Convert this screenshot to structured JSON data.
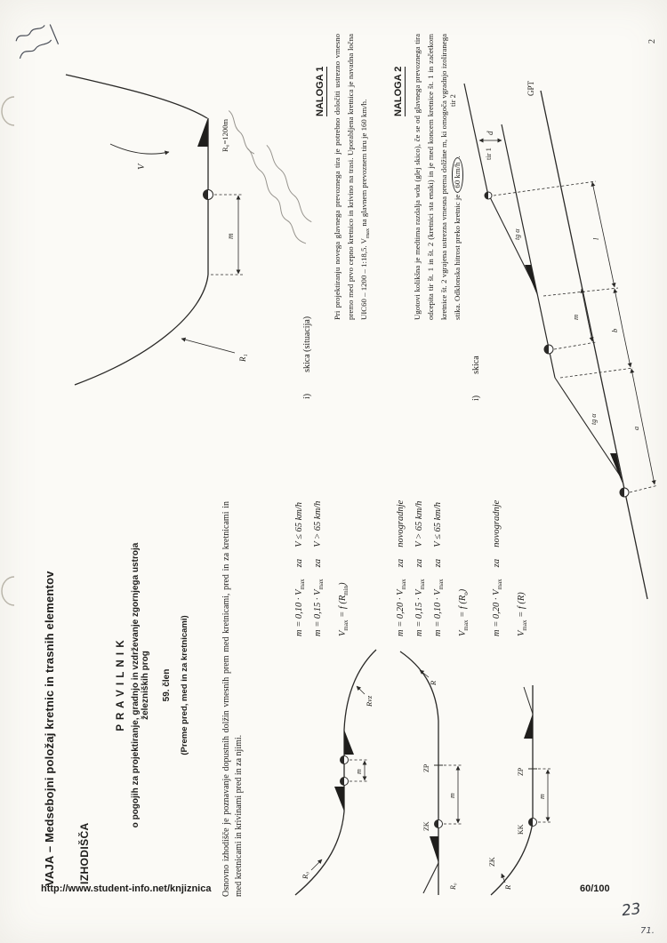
{
  "page": {
    "number": "2",
    "footer_url": "http://www.student-info.net/knjiznica",
    "footer_counter": "60/100",
    "handwritten_number": "23",
    "handwritten_note": "71."
  },
  "header": {
    "title": "VAJA – Medsebojni položaj kretnic in trasnih elementov",
    "section": "IZHODIŠČA"
  },
  "pravilnik": {
    "title": "P R A V I L N I K",
    "subtitle_line1": "o pogojih za projektiranje, gradnjo in vzdrževanje zgornjega ustroja",
    "subtitle_line2": "železniških prog",
    "article": "59. člen",
    "article_note": "(Preme pred, med in za kretnicami)"
  },
  "intro": "Osnovno izhodišče je poznavanje dopustnih dolžin vmesnih prem med kretnicami, pred in za kretnicami in med kretnicami in krivinami pred in za njimi.",
  "rules": [
    {
      "formulas": [
        "m = 0,10 · V<sub>max</sub> &nbsp;&nbsp;&nbsp; za &nbsp;&nbsp;&nbsp; V ≤ 65 km/h",
        "m = 0,15 · V<sub>max</sub> &nbsp;&nbsp;&nbsp; za &nbsp;&nbsp;&nbsp; V > 65 km/h",
        "V<sub>max</sub> = f (R<sub>min</sub>)"
      ],
      "labels": {
        "r_left": "R₀",
        "m": "m",
        "r_right": "Rvz"
      }
    },
    {
      "formulas": [
        "m = 0,20 · V<sub>max</sub> &nbsp;&nbsp;&nbsp; za &nbsp;&nbsp;&nbsp; novogradnje",
        "m = 0,15 · V<sub>max</sub> &nbsp;&nbsp;&nbsp; za &nbsp;&nbsp;&nbsp; V > 65 km/h",
        "m = 0,10 · V<sub>max</sub> &nbsp;&nbsp;&nbsp; za &nbsp;&nbsp;&nbsp; V ≤ 65 km/h",
        "V<sub>max</sub> = f (R<sub>o</sub>)"
      ],
      "labels": {
        "ro": "R₀",
        "zk": "ZK",
        "zp": "ZP",
        "m": "m",
        "r": "R"
      }
    },
    {
      "formulas": [
        "m = 0,20 · V<sub>max</sub> &nbsp;&nbsp;&nbsp; za &nbsp;&nbsp;&nbsp; novogradnje",
        "V<sub>max</sub> = f (R)"
      ],
      "labels": {
        "zk": "ZK",
        "kk": "KK",
        "zp": "ZP",
        "m": "m",
        "r": "R"
      }
    }
  ],
  "naloga1": {
    "heading": "NALOGA 1",
    "text": "Pri projektiranju novega glavnega prevoznega tira je potrebno določiti ustrezno vmesno premo med prvo cepno kretnico in krivino na trasi. Uporabljena kretnica je navadna ločna UIC60 – 1200 – 1:18,5. V<sub>max</sub> na glavnem prevoznem tiru je 160 km/h.",
    "sketch_item": "i)",
    "sketch_label": "skica (situacija)",
    "diagram": {
      "v": "V",
      "radius": "R₀=1200m",
      "m": "m",
      "r1": "R₁"
    }
  },
  "naloga2": {
    "heading": "NALOGA 2",
    "text_before": "Ugotovi kolikšna je medtirna razdalja wdu (glej skico), če se od glavnega prevoznega tira odcepita tir št. 1 in št. 2 (kretnici sta enaki) in je med koncem kretnice št. 1 in začetkom kretnice št. 2 vgrajena ustrezna vmesna prema dolžine m, ki omogoča vgradnjo izoliranega stika. Odklonska hitrost preko kretnic je ",
    "circled": "60 km/h",
    "text_after": ".",
    "sketch_item": "i)",
    "sketch_label": "skica",
    "diagram": {
      "tir2": "tir 2",
      "tir1": "tir 1",
      "gpt": "GPT",
      "d": "d",
      "tga": "tg α",
      "m": "m",
      "a": "a",
      "b": "b",
      "l": "l"
    }
  }
}
